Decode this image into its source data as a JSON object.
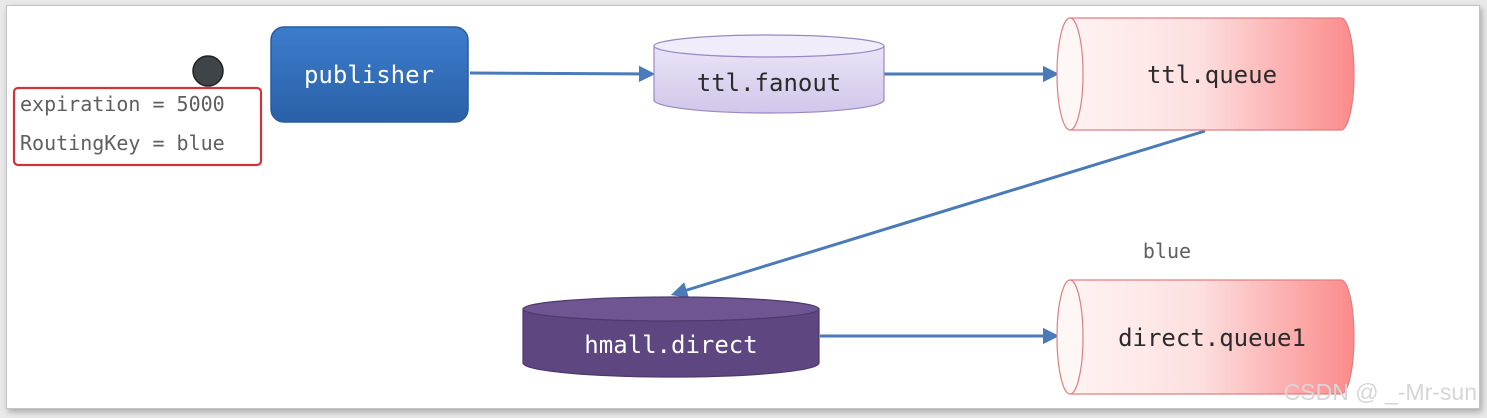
{
  "nodes": {
    "publisher": {
      "label": "publisher"
    },
    "ttl_fanout": {
      "label": "ttl.fanout"
    },
    "ttl_queue": {
      "label": "ttl.queue"
    },
    "hmall_direct": {
      "label": "hmall.direct"
    },
    "direct_queue1": {
      "label": "direct.queue1"
    }
  },
  "message": {
    "expiration": "expiration = 5000",
    "routing_key": "RoutingKey = blue"
  },
  "edges": {
    "routing_label": "blue"
  },
  "watermark": "CSDN @ _-Mr-sun",
  "colors": {
    "publisher_fill": "#2f6cb5",
    "fanout_fill": "#ddd4ef",
    "queue_fill_light": "#fdeaea",
    "queue_fill_dark": "#fb8f8f",
    "direct_exchange_fill": "#5e4781",
    "arrow": "#4a7ab8",
    "message_border": "#d0343a"
  }
}
